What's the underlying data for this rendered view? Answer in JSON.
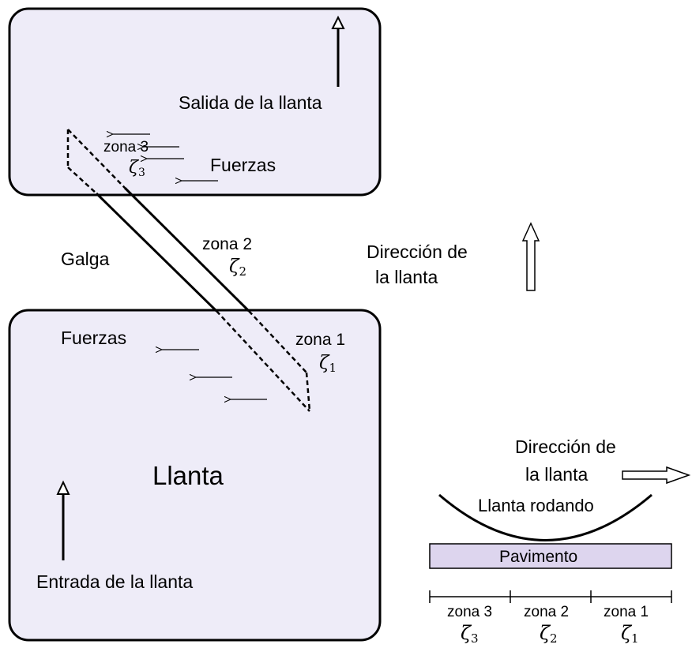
{
  "colors": {
    "tire_fill": "#EEECF8",
    "pavement_fill": "#DDD5EE",
    "line": "#000000"
  },
  "exit_box": {
    "label": "Salida de la llanta",
    "forces_label": "Fuerzas",
    "zone_label": "zona 3",
    "zone_symbol": "ζ",
    "zone_subscript": "3"
  },
  "gauge_label": "Galga",
  "middle_zone": {
    "label": "zona 2",
    "symbol": "ζ",
    "subscript": "2"
  },
  "direction_vertical": {
    "line1": "Dirección de",
    "line2": "la llanta"
  },
  "entry_box": {
    "title": "Llanta",
    "label": "Entrada de la llanta",
    "forces_label": "Fuerzas",
    "zone_label": "zona 1",
    "zone_symbol": "ζ",
    "zone_subscript": "1"
  },
  "side_view": {
    "direction_line1": "Dirección de",
    "direction_line2": "la llanta",
    "rolling_label": "Llanta rodando",
    "pavement_label": "Pavimento",
    "zones": [
      {
        "label": "zona 3",
        "symbol": "ζ",
        "subscript": "3"
      },
      {
        "label": "zona 2",
        "symbol": "ζ",
        "subscript": "2"
      },
      {
        "label": "zona 1",
        "symbol": "ζ",
        "subscript": "1"
      }
    ]
  }
}
